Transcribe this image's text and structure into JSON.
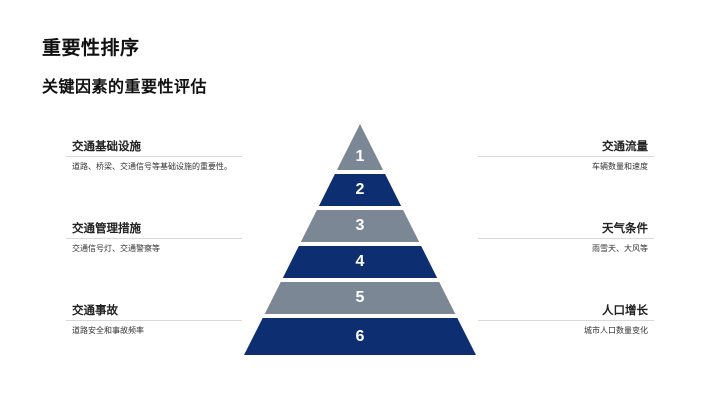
{
  "header": {
    "title": "重要性排序",
    "subtitle": "关键因素的重要性评估"
  },
  "colors": {
    "navy": "#0e2e72",
    "slate": "#7b8794",
    "divider": "#d9d9d9"
  },
  "pyramid": {
    "tiers": [
      {
        "label": "1",
        "color": "#7b8794"
      },
      {
        "label": "2",
        "color": "#0e2e72"
      },
      {
        "label": "3",
        "color": "#7b8794"
      },
      {
        "label": "4",
        "color": "#0e2e72"
      },
      {
        "label": "5",
        "color": "#7b8794"
      },
      {
        "label": "6",
        "color": "#0e2e72"
      }
    ]
  },
  "left_items": [
    {
      "title": "交通基础设施",
      "desc": "道路、桥梁、交通信号等基础设施的重要性。"
    },
    {
      "title": "交通管理措施",
      "desc": "交通信号灯、交通警察等"
    },
    {
      "title": "交通事故",
      "desc": "道路安全和事故频率"
    }
  ],
  "right_items": [
    {
      "title": "交通流量",
      "desc": "车辆数量和速度"
    },
    {
      "title": "天气条件",
      "desc": "雨雪天、大风等"
    },
    {
      "title": "人口增长",
      "desc": "城市人口数量变化"
    }
  ]
}
